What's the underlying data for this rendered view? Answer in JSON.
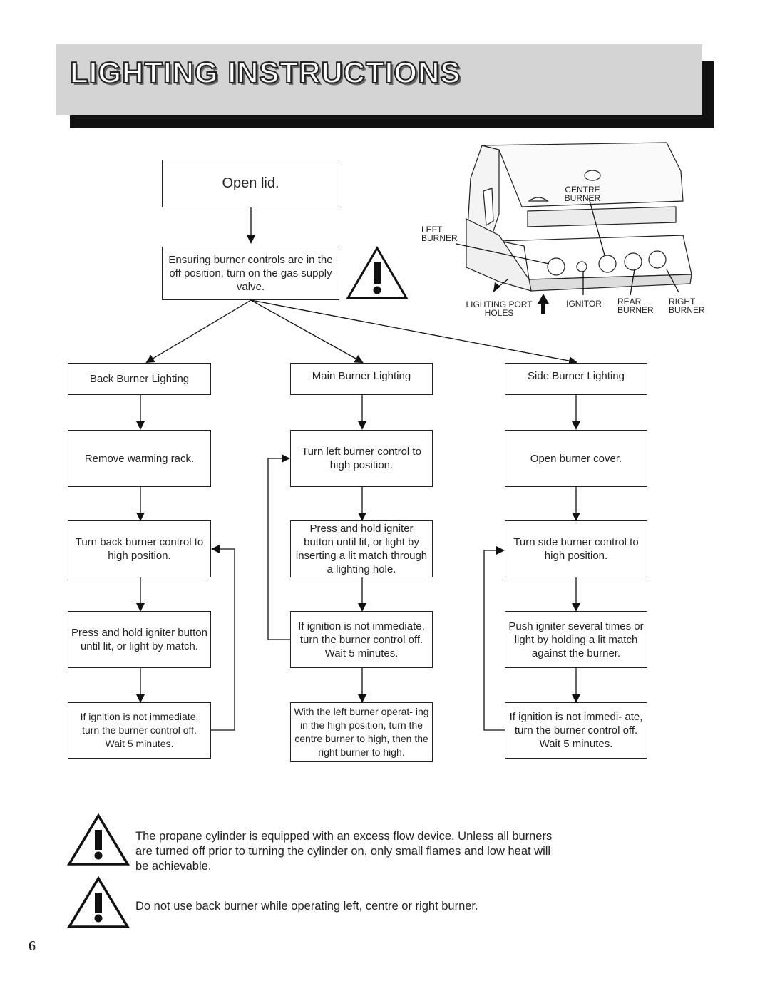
{
  "title": "LIGHTING INSTRUCTIONS",
  "page_number": "6",
  "start": {
    "open_lid": "Open lid.",
    "gas_supply": "Ensuring burner controls are in the off position, turn on the gas supply valve."
  },
  "diagram_labels": {
    "centre_burner": "CENTRE BURNER",
    "left_burner": "LEFT BURNER",
    "lighting_port_holes": "LIGHTING PORT HOLES",
    "ignitor": "IGNITOR",
    "rear_burner": "REAR BURNER",
    "right_burner": "RIGHT BURNER"
  },
  "back_burner": {
    "heading": "Back Burner Lighting",
    "step1": "Remove warming rack.",
    "step2": "Turn back burner control to high position.",
    "step3": "Press and hold igniter button until lit, or light by match.",
    "step4": "If ignition is not immediate, turn the burner control off. Wait 5 minutes."
  },
  "main_burner": {
    "heading": "Main Burner Lighting",
    "step1": "Turn left burner control to high position.",
    "step2": "Press and hold igniter button until lit, or light by inserting a lit match through a lighting hole.",
    "step3": "If ignition is not immediate, turn the burner control off. Wait 5 minutes.",
    "step4": "With the left burner operat- ing in the high position, turn the centre burner to high, then the right burner to high."
  },
  "side_burner": {
    "heading": "Side Burner Lighting",
    "step1": "Open burner cover.",
    "step2": "Turn side burner control to high position.",
    "step3": "Push igniter several times or light by holding a lit match against the burner.",
    "step4": "If ignition is not immedi- ate, turn the burner control off. Wait 5 minutes."
  },
  "warnings": {
    "propane": "The propane cylinder is equipped with an excess flow device. Unless all burners are turned off prior to turning the cylinder on, only small flames and low heat will be achievable.",
    "back_burner": "Do not use back burner while operating left, centre or right burner."
  },
  "icons": [
    "warning-triangle-icon",
    "arrow-up-icon",
    "grill-illustration"
  ]
}
